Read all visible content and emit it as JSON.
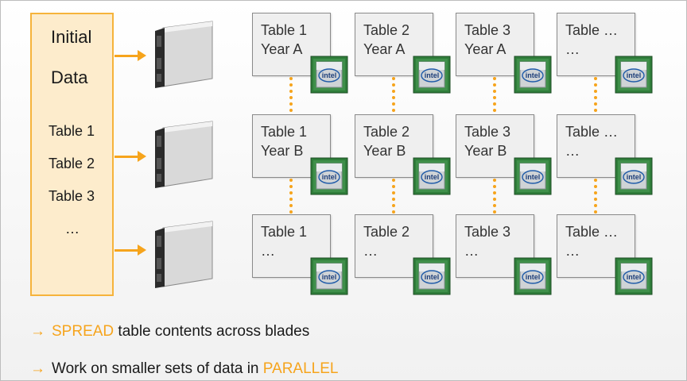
{
  "initial_data": {
    "title_line1": "Initial",
    "title_line2": "Data",
    "items": [
      "Table 1",
      "Table 2",
      "Table 3",
      "…"
    ]
  },
  "blades": [
    "blade-row-1",
    "blade-row-2",
    "blade-row-3"
  ],
  "grid": {
    "rows": [
      {
        "cells": [
          {
            "line1": "Table 1",
            "line2": "Year A"
          },
          {
            "line1": "Table 2",
            "line2": "Year A"
          },
          {
            "line1": "Table 3",
            "line2": "Year A"
          },
          {
            "line1": "Table …",
            "line2": "…"
          }
        ]
      },
      {
        "cells": [
          {
            "line1": "Table 1",
            "line2": "Year B"
          },
          {
            "line1": "Table 2",
            "line2": "Year B"
          },
          {
            "line1": "Table 3",
            "line2": "Year B"
          },
          {
            "line1": "Table …",
            "line2": "…"
          }
        ]
      },
      {
        "cells": [
          {
            "line1": "Table 1",
            "line2": "…"
          },
          {
            "line1": "Table 2",
            "line2": "…"
          },
          {
            "line1": "Table 3",
            "line2": "…"
          },
          {
            "line1": "Table …",
            "line2": "…"
          }
        ]
      }
    ],
    "chip_label": "intel"
  },
  "bullets": [
    {
      "arrow": "→",
      "pre": "",
      "highlight": "SPREAD",
      "post": " table contents across blades"
    },
    {
      "arrow": "→",
      "pre": "Work on smaller sets of data in ",
      "highlight": "PARALLEL",
      "post": ""
    }
  ],
  "colors": {
    "accent": "#f6a41c",
    "initial_fill": "#fdeccc",
    "box_fill": "#efefef",
    "chip_green": "#2f7d3a"
  }
}
